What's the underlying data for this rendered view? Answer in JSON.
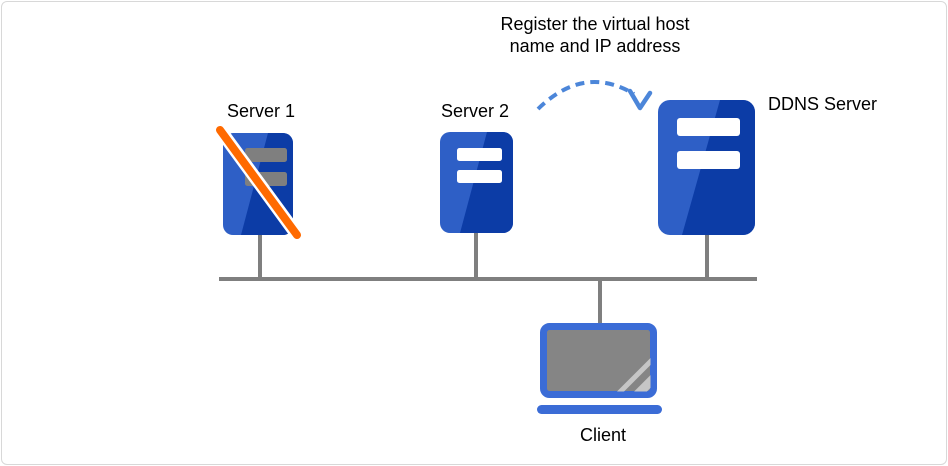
{
  "annotation": {
    "line1": "Register the virtual host",
    "line2": "name and IP address"
  },
  "nodes": {
    "server1": {
      "label": "Server 1",
      "status": "offline"
    },
    "server2": {
      "label": "Server 2",
      "status": "online"
    },
    "ddns": {
      "label": "DDNS Server",
      "status": "online"
    },
    "client": {
      "label": "Client"
    }
  },
  "icons": {
    "server1": "server-icon with offline-slash-icon",
    "server2": "server-icon",
    "ddns": "server-icon",
    "client": "laptop-icon",
    "arrow": "dashed-arc-arrow-icon"
  },
  "colors": {
    "background": "#ffffff",
    "canvas-border": "#d8d8d8",
    "text": "#000000",
    "server-light": "#2e5fc6",
    "server-dark": "#0c3ca6",
    "bar-white": "#ffffff",
    "bar-gray": "#7f7f7f",
    "slash-orange": "#ff6a00",
    "slash-outline": "#ffffff",
    "network-line": "#7f7f7f",
    "arrow-blue": "#4c86d9",
    "laptop-blue": "#3b6cd6",
    "screen-gray": "#858585",
    "screen-shine": "#c6c6c6"
  }
}
